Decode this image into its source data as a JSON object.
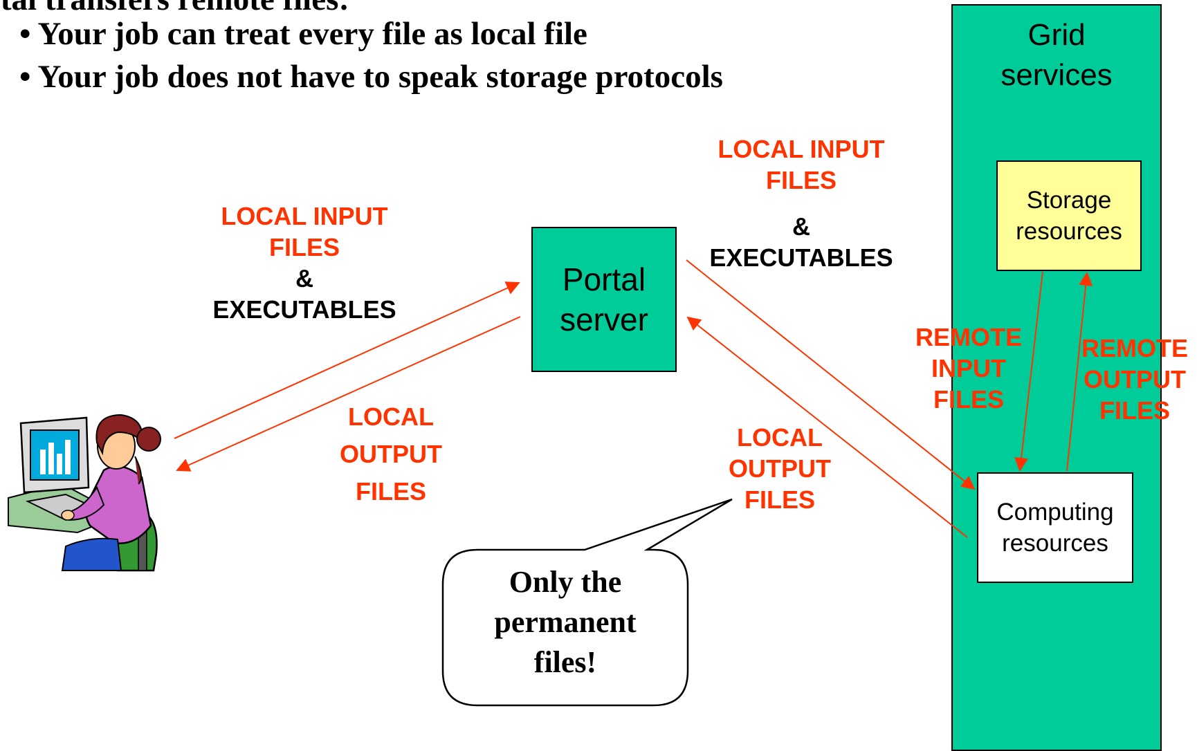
{
  "header": {
    "title_partial": "rtal transfers remote files:",
    "bullets": [
      "• Your job can treat every file as local file",
      "• Your job does not have to speak storage protocols"
    ]
  },
  "grid": {
    "title_line1": "Grid",
    "title_line2": "services",
    "color": "#00cc99"
  },
  "portal": {
    "line1": "Portal",
    "line2": "server"
  },
  "storage": {
    "line1": "Storage",
    "line2": "resources",
    "color": "#ffff99"
  },
  "computing": {
    "line1": "Computing",
    "line2": "resources"
  },
  "labels": {
    "left_input": {
      "line1": "LOCAL INPUT",
      "line2": "FILES",
      "amp": "&",
      "exec": "EXECUTABLES"
    },
    "left_output": {
      "line1": "LOCAL",
      "line2": "OUTPUT",
      "line3": "FILES"
    },
    "right_input": {
      "line1": "LOCAL INPUT",
      "line2": "FILES",
      "amp": "&",
      "exec": "EXECUTABLES"
    },
    "right_output": {
      "line1": "LOCAL",
      "line2": "OUTPUT",
      "line3": "FILES"
    },
    "remote_input": {
      "line1": "REMOTE",
      "line2": "INPUT",
      "line3": "FILES"
    },
    "remote_output": {
      "line1": "REMOTE",
      "line2": "OUTPUT",
      "line3": "FILES"
    }
  },
  "callout": {
    "line1": "Only the",
    "line2": "permanent",
    "line3": "files!"
  },
  "colors": {
    "arrow": "#ff3300",
    "label": "#ff3300"
  }
}
